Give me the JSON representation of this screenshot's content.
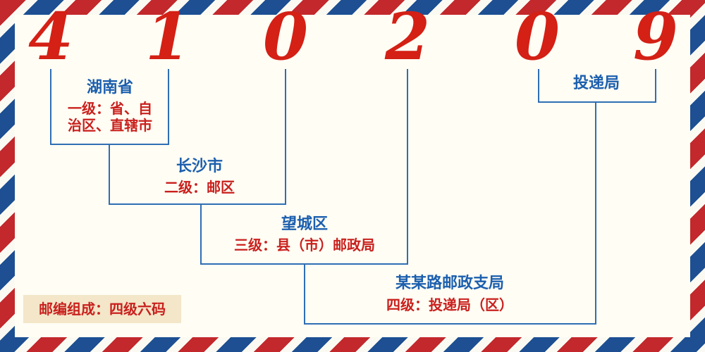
{
  "postal_code": {
    "digits": [
      "4",
      "1",
      "0",
      "2",
      "0",
      "9"
    ]
  },
  "levels": {
    "province": {
      "name": "湖南省",
      "desc_line1": "一级：省、自",
      "desc_line2": "治区、直辖市"
    },
    "postal_zone": {
      "name": "长沙市",
      "desc": "二级：邮区"
    },
    "county": {
      "name": "望城区",
      "desc": "三级：县（市）邮政局"
    },
    "branch": {
      "name": "某某路邮政支局",
      "desc": "四级：投递局（区）"
    },
    "delivery": {
      "name": "投递局"
    }
  },
  "footer": {
    "note": "邮编组成：四级六码"
  },
  "colors": {
    "digit_red": "#d42015",
    "line_blue": "#2f6eb4",
    "label_blue": "#1c5fae",
    "desc_red": "#c9201d",
    "note_bg": "#f3e6c9",
    "stripe_red": "#c2282c",
    "stripe_blue": "#1d4f92",
    "paper_bg": "#fffdf4"
  }
}
